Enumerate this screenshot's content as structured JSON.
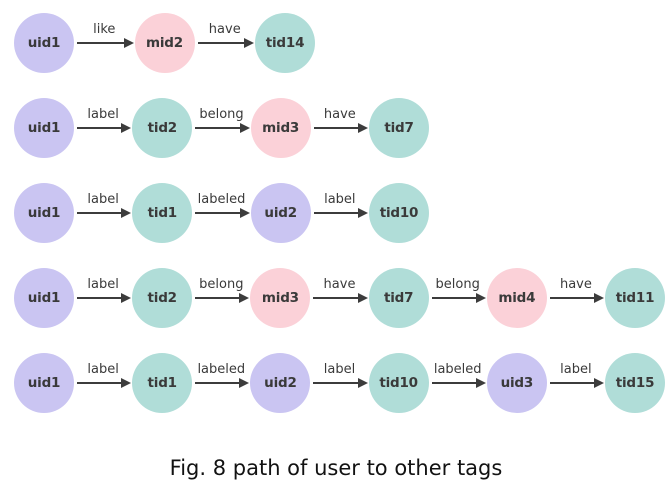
{
  "figure": {
    "caption": "Fig. 8 path of user to other tags",
    "colors": {
      "user_node": "#cac5f2",
      "movie_node": "#fbd1d8",
      "tag_node": "#b0ddd8",
      "edge": "#3c3c3c",
      "node_text": "#3a3a3a",
      "background": "#ffffff"
    },
    "node_types": {
      "user": "user-node",
      "movie": "movie-node",
      "tag": "tag-node"
    },
    "paths": [
      {
        "nodes": [
          {
            "label": "uid1",
            "type": "user"
          },
          {
            "label": "mid2",
            "type": "movie"
          },
          {
            "label": "tid14",
            "type": "tag"
          }
        ],
        "edges": [
          "like",
          "have"
        ]
      },
      {
        "nodes": [
          {
            "label": "uid1",
            "type": "user"
          },
          {
            "label": "tid2",
            "type": "tag"
          },
          {
            "label": "mid3",
            "type": "movie"
          },
          {
            "label": "tid7",
            "type": "tag"
          }
        ],
        "edges": [
          "label",
          "belong",
          "have"
        ]
      },
      {
        "nodes": [
          {
            "label": "uid1",
            "type": "user"
          },
          {
            "label": "tid1",
            "type": "tag"
          },
          {
            "label": "uid2",
            "type": "user"
          },
          {
            "label": "tid10",
            "type": "tag"
          }
        ],
        "edges": [
          "label",
          "labeled",
          "label"
        ]
      },
      {
        "nodes": [
          {
            "label": "uid1",
            "type": "user"
          },
          {
            "label": "tid2",
            "type": "tag"
          },
          {
            "label": "mid3",
            "type": "movie"
          },
          {
            "label": "tid7",
            "type": "tag"
          },
          {
            "label": "mid4",
            "type": "movie"
          },
          {
            "label": "tid11",
            "type": "tag"
          }
        ],
        "edges": [
          "label",
          "belong",
          "have",
          "belong",
          "have"
        ]
      },
      {
        "nodes": [
          {
            "label": "uid1",
            "type": "user"
          },
          {
            "label": "tid1",
            "type": "tag"
          },
          {
            "label": "uid2",
            "type": "user"
          },
          {
            "label": "tid10",
            "type": "tag"
          },
          {
            "label": "uid3",
            "type": "user"
          },
          {
            "label": "tid15",
            "type": "tag"
          }
        ],
        "edges": [
          "label",
          "labeled",
          "label",
          "labeled",
          "label"
        ]
      }
    ]
  }
}
